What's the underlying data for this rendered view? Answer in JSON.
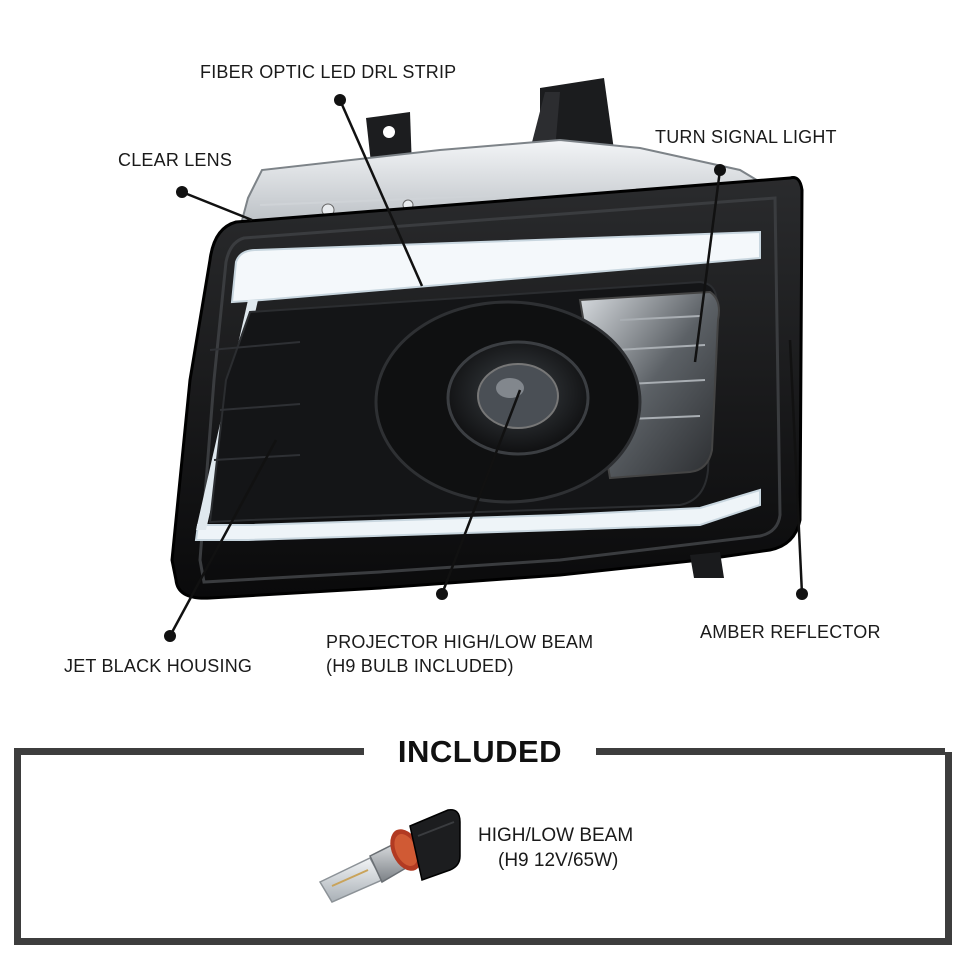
{
  "callouts": {
    "fiber_optic": "FIBER OPTIC LED DRL STRIP",
    "clear_lens": "CLEAR LENS",
    "turn_signal": "TURN SIGNAL LIGHT",
    "amber_reflector": "AMBER REFLECTOR",
    "jet_black": "JET BLACK HOUSING",
    "projector_line1": "PROJECTOR HIGH/LOW BEAM",
    "projector_line2": "(H9 BULB INCLUDED)"
  },
  "included": {
    "title": "INCLUDED",
    "bulb_line1": "HIGH/LOW BEAM",
    "bulb_line2": "(H9 12V/65W)"
  },
  "colors": {
    "frame": "#3d3d3d",
    "housing": "#141414",
    "drl": "#f4f8fb",
    "leader": "#111111"
  }
}
